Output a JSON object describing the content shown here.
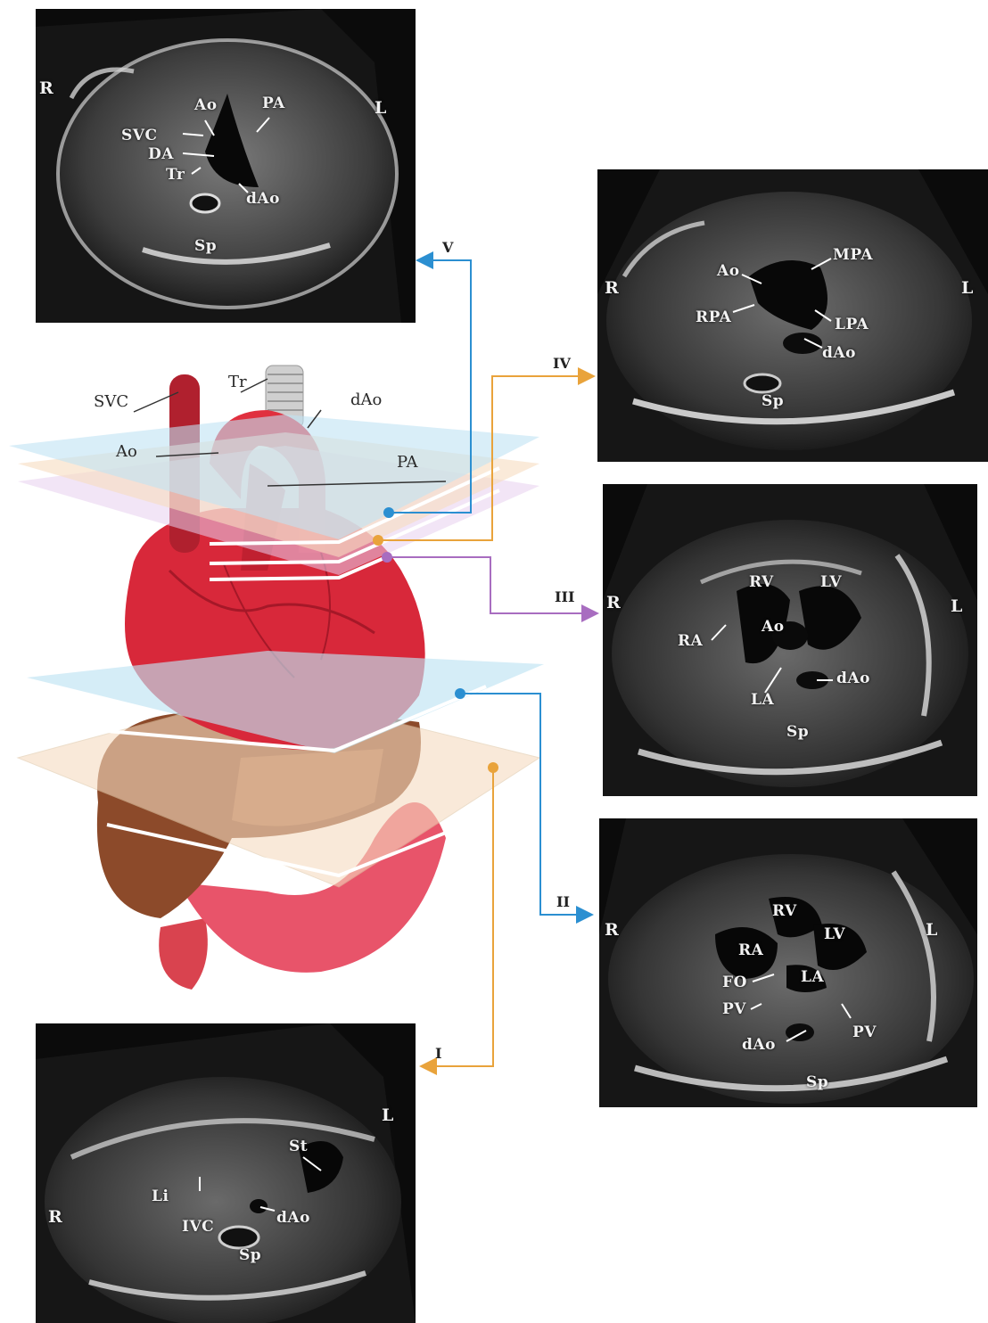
{
  "diagram": {
    "labels": {
      "svc": "SVC",
      "tr": "Tr",
      "dao": "dAo",
      "ao": "Ao",
      "pa": "PA"
    },
    "colors": {
      "blue_plane": "#bfe3f3",
      "orange_plane": "#f6dcc0",
      "purple_plane": "#e7d0ee",
      "blue_line": "#2b8fd1",
      "orange_line": "#e9a33b",
      "purple_line": "#a86dc0",
      "heart": "#d8283a",
      "liver": "#8c4a2a",
      "stomach": "#e8546a"
    }
  },
  "planes": [
    {
      "id": "V",
      "label": "V",
      "color": "#2b8fd1"
    },
    {
      "id": "IV",
      "label": "IV",
      "color": "#e9a33b"
    },
    {
      "id": "III",
      "label": "III",
      "color": "#a86dc0"
    },
    {
      "id": "II",
      "label": "II",
      "color": "#2b8fd1"
    },
    {
      "id": "I",
      "label": "I",
      "color": "#e9a33b"
    }
  ],
  "panels": {
    "v": {
      "left": "R",
      "right": "L",
      "ao": "Ao",
      "pa": "PA",
      "svc": "SVC",
      "da": "DA",
      "tr": "Tr",
      "dao": "dAo",
      "sp": "Sp"
    },
    "iv": {
      "left": "R",
      "right": "L",
      "ao": "Ao",
      "mpa": "MPA",
      "rpa": "RPA",
      "lpa": "LPA",
      "dao": "dAo",
      "sp": "Sp"
    },
    "iii": {
      "left": "R",
      "right": "L",
      "rv": "RV",
      "lv": "LV",
      "ra": "RA",
      "ao": "Ao",
      "la": "LA",
      "dao": "dAo",
      "sp": "Sp"
    },
    "ii": {
      "left": "R",
      "right": "L",
      "rv": "RV",
      "lv": "LV",
      "ra": "RA",
      "la": "LA",
      "fo": "FO",
      "pv1": "PV",
      "pv2": "PV",
      "dao": "dAo",
      "sp": "Sp"
    },
    "i": {
      "left": "R",
      "right": "L",
      "st": "St",
      "li": "Li",
      "ivc": "IVC",
      "dao": "dAo",
      "sp": "Sp"
    }
  }
}
